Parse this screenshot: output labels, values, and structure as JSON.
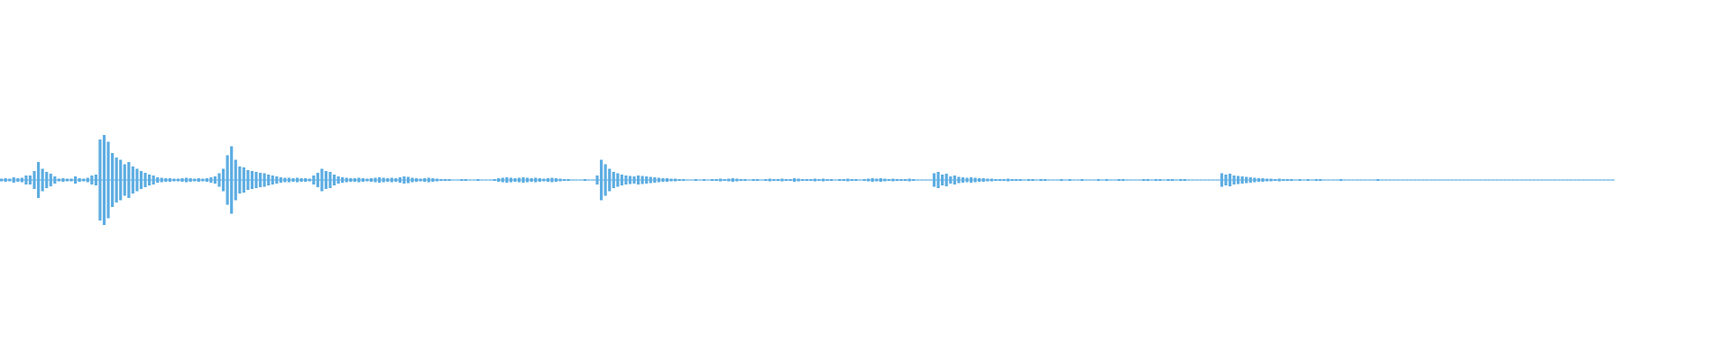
{
  "waveform": {
    "color": "#5DADE2",
    "background": "#ffffff",
    "peaks_normalized": [
      0.03,
      0.04,
      0.03,
      0.06,
      0.04,
      0.05,
      0.1,
      0.1,
      0.2,
      0.4,
      0.25,
      0.18,
      0.14,
      0.08,
      0.03,
      0.04,
      0.03,
      0.03,
      0.08,
      0.04,
      0.03,
      0.05,
      0.1,
      0.12,
      0.9,
      1.0,
      0.85,
      0.6,
      0.5,
      0.45,
      0.35,
      0.4,
      0.3,
      0.25,
      0.2,
      0.16,
      0.12,
      0.1,
      0.06,
      0.05,
      0.04,
      0.04,
      0.03,
      0.03,
      0.04,
      0.05,
      0.04,
      0.03,
      0.04,
      0.03,
      0.04,
      0.06,
      0.08,
      0.15,
      0.25,
      0.55,
      0.75,
      0.45,
      0.3,
      0.28,
      0.22,
      0.2,
      0.18,
      0.16,
      0.15,
      0.12,
      0.1,
      0.08,
      0.06,
      0.05,
      0.05,
      0.04,
      0.05,
      0.04,
      0.04,
      0.03,
      0.1,
      0.16,
      0.25,
      0.2,
      0.18,
      0.12,
      0.08,
      0.06,
      0.05,
      0.04,
      0.04,
      0.05,
      0.04,
      0.03,
      0.04,
      0.05,
      0.06,
      0.05,
      0.04,
      0.05,
      0.04,
      0.06,
      0.08,
      0.07,
      0.05,
      0.04,
      0.03,
      0.04,
      0.05,
      0.04,
      0.03,
      0.02,
      0.02,
      0.02,
      0.01,
      0.01,
      0.02,
      0.02,
      0.01,
      0.01,
      0.02,
      0.01,
      0.0,
      0.0,
      0.02,
      0.04,
      0.05,
      0.06,
      0.05,
      0.04,
      0.05,
      0.06,
      0.05,
      0.04,
      0.05,
      0.04,
      0.03,
      0.04,
      0.05,
      0.04,
      0.03,
      0.02,
      0.02,
      0.01,
      0.01,
      0.01,
      0.02,
      0.01,
      0.0,
      0.1,
      0.45,
      0.35,
      0.25,
      0.18,
      0.15,
      0.12,
      0.1,
      0.09,
      0.08,
      0.1,
      0.09,
      0.08,
      0.07,
      0.06,
      0.05,
      0.04,
      0.04,
      0.03,
      0.03,
      0.02,
      0.02,
      0.01,
      0.01,
      0.02,
      0.01,
      0.02,
      0.01,
      0.02,
      0.02,
      0.03,
      0.02,
      0.03,
      0.04,
      0.03,
      0.02,
      0.02,
      0.01,
      0.02,
      0.02,
      0.01,
      0.02,
      0.03,
      0.02,
      0.02,
      0.03,
      0.02,
      0.02,
      0.04,
      0.03,
      0.02,
      0.02,
      0.02,
      0.03,
      0.02,
      0.03,
      0.02,
      0.02,
      0.01,
      0.02,
      0.02,
      0.03,
      0.02,
      0.02,
      0.01,
      0.02,
      0.03,
      0.04,
      0.03,
      0.04,
      0.03,
      0.02,
      0.03,
      0.02,
      0.02,
      0.02,
      0.03,
      0.02,
      0.01,
      0.0,
      0.0,
      0.01,
      0.15,
      0.18,
      0.12,
      0.14,
      0.08,
      0.1,
      0.07,
      0.06,
      0.05,
      0.06,
      0.05,
      0.04,
      0.04,
      0.03,
      0.03,
      0.02,
      0.02,
      0.02,
      0.03,
      0.02,
      0.02,
      0.02,
      0.01,
      0.02,
      0.02,
      0.01,
      0.02,
      0.02,
      0.01,
      0.01,
      0.01,
      0.02,
      0.01,
      0.02,
      0.01,
      0.01,
      0.02,
      0.01,
      0.01,
      0.01,
      0.02,
      0.01,
      0.02,
      0.01,
      0.01,
      0.02,
      0.02,
      0.01,
      0.01,
      0.01,
      0.01,
      0.02,
      0.02,
      0.01,
      0.02,
      0.02,
      0.01,
      0.02,
      0.02,
      0.01,
      0.02,
      0.02,
      0.01,
      0.01,
      0.01,
      0.01,
      0.01,
      0.0,
      0.0,
      0.01,
      0.15,
      0.12,
      0.14,
      0.1,
      0.09,
      0.08,
      0.07,
      0.06,
      0.05,
      0.04,
      0.04,
      0.03,
      0.03,
      0.02,
      0.03,
      0.02,
      0.02,
      0.02,
      0.01,
      0.02,
      0.01,
      0.02,
      0.01,
      0.02,
      0.02,
      0.01,
      0.01,
      0.01,
      0.01,
      0.02,
      0.01,
      0.01,
      0.01,
      0.01,
      0.01,
      0.01,
      0.01,
      0.01,
      0.02,
      0.01,
      0.01,
      0.01,
      0.01,
      0.01,
      0.01,
      0.01,
      0.01,
      0.01,
      0.01,
      0.01,
      0.01,
      0.01,
      0.01,
      0.01,
      0.01,
      0.01,
      0.01,
      0.01,
      0.01,
      0.01,
      0.01,
      0.01,
      0.01,
      0.01,
      0.01,
      0.01,
      0.0,
      0.0,
      0.0,
      0.0,
      0.0,
      0.0,
      0.0,
      0.0,
      0.0,
      0.0,
      0.0,
      0.0,
      0.0,
      0.0,
      0.0,
      0.0,
      0.0,
      0.0,
      0.0,
      0.0,
      0.0,
      0.0,
      0.0,
      0.0,
      0.0,
      0.0,
      0.0,
      0.0,
      0.0,
      0.0
    ]
  }
}
